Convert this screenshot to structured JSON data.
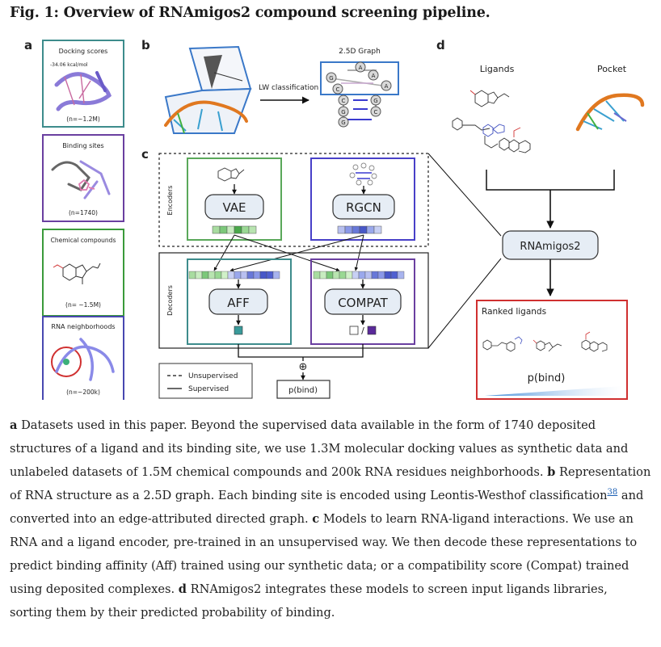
{
  "figure_title": "Fig. 1: Overview of RNAmigos2 compound screening pipeline.",
  "panel_labels": [
    "a",
    "b",
    "c",
    "d"
  ],
  "panel_a": {
    "docking": {
      "title": "Docking scores",
      "score": "-34.06 kcal/mol",
      "count": "(n=~1.2M)",
      "color": "#3d8c8c"
    },
    "binding": {
      "title": "Binding sites",
      "count": "(n=1740)",
      "color": "#6a3fa0"
    },
    "chemical": {
      "title": "Chemical compounds",
      "count": "(n= ~1.5M)",
      "color": "#3a9a3a"
    },
    "rna": {
      "title": "RNA neighborhoods",
      "count": "(n=~200k)",
      "color": "#4848b0"
    }
  },
  "panel_b": {
    "arrow_label": "LW classification",
    "graph_title": "2.5D Graph",
    "node_letters": [
      "A",
      "G",
      "A",
      "C",
      "A",
      "G",
      "C",
      "G",
      "G",
      "C"
    ]
  },
  "panel_c": {
    "encoders_label": "Encoders",
    "decoders_label": "Decoders",
    "vae": "VAE",
    "rgcn": "RGCN",
    "aff": "AFF",
    "compat": "COMPAT",
    "output_sep": "/",
    "plus": "⊕",
    "pbind": "p(bind)",
    "legend": {
      "unsupervised": "Unsupervised",
      "supervised": "Supervised"
    }
  },
  "panel_d": {
    "ligands": "Ligands",
    "pocket": "Pocket",
    "model": "RNAmigos2",
    "ranked": "Ranked ligands",
    "pbind": "p(bind)"
  },
  "colors": {
    "teal": "#3d8c8c",
    "purple": "#6a3fa0",
    "green": "#3a9a3a",
    "blue": "#4848b0",
    "red": "#d0302a",
    "box_fill": "#e6edf5"
  },
  "caption": {
    "a_label": "a",
    "a_text": " Datasets used in this paper. Beyond the supervised data available in the form of 1740 deposited structures of a ligand and its binding site, we use 1.3M molecular docking values as synthetic data and unlabeled datasets of 1.5M chemical compounds and 200k RNA residues neighborhoods. ",
    "b_label": "b",
    "b_text": " Representation of RNA structure as a 2.5D graph. Each binding site is encoded using Leontis-Westhof classification",
    "ref": "38",
    "b_text2": " and converted into an edge-attributed directed graph. ",
    "c_label": "c",
    "c_text": " Models to learn RNA-ligand interactions. We use an RNA and a ligand encoder, pre-trained in an unsupervised way. We then decode these representations to predict binding affinity (Aff) trained using our synthetic data; or a compatibility score (Compat) trained using deposited complexes. ",
    "d_label": "d",
    "d_text": " RNAmigos2 integrates these models to screen input ligands libraries, sorting them by their predicted probability of binding."
  }
}
